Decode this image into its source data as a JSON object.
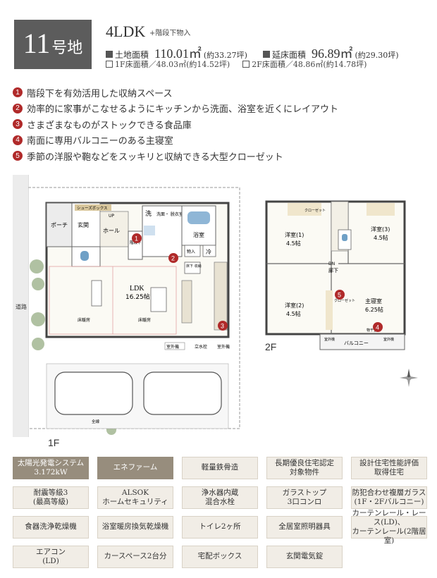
{
  "lot": {
    "number": "11",
    "suffix": "号地"
  },
  "layout": {
    "type": "4LDK",
    "note": "+階段下物入"
  },
  "areas": {
    "land": {
      "label": "土地面積",
      "value": "110.01㎡",
      "tsubo": "(約33.27坪)"
    },
    "floor": {
      "label": "延床面積",
      "value": "96.89㎡",
      "tsubo": "(約29.30坪)"
    },
    "first": {
      "label": "1F床面積",
      "value": "／48.03㎡",
      "tsubo": "(約14.52坪)"
    },
    "second": {
      "label": "2F床面積",
      "value": "／48.86㎡",
      "tsubo": "(約14.78坪)"
    }
  },
  "features": [
    {
      "n": "1",
      "text": "階段下を有効活用した収納スペース"
    },
    {
      "n": "2",
      "text": "効率的に家事がこなせるようにキッチンから洗面、浴室を近くにレイアウト"
    },
    {
      "n": "3",
      "text": "さまざまなものがストックできる食品庫"
    },
    {
      "n": "4",
      "text": "南面に専用バルコニーのある主寝室"
    },
    {
      "n": "5",
      "text": "季節の洋服や鞄などをスッキリと収納できる大型クローゼット"
    }
  ],
  "plan1f": {
    "floor_label": "1F",
    "road": "道路",
    "porch": "ポーチ",
    "entrance": "玄関",
    "shoe_box": "シューズボックス",
    "up": "UP",
    "hall": "ホール",
    "wash": "洗",
    "washroom": "洗面・\n脱衣室",
    "bath": "浴室",
    "under_stairs": "階段下\n物入",
    "pantry": "物入",
    "fridge": "冷",
    "pantry_store": "床下\n収納",
    "ldk": "LDK",
    "ldk_size": "16.25帖",
    "floor_heat1": "床暖房",
    "floor_heat2": "床暖房",
    "outdoor1": "室外機",
    "outdoor2": "室外機",
    "faucet": "立水栓",
    "sign": "全線",
    "markers": [
      "1",
      "2",
      "3"
    ]
  },
  "plan2f": {
    "floor_label": "2F",
    "room1": "洋室(1)",
    "room1_size": "4.5帖",
    "room3": "洋室(3)",
    "room3_size": "4.5帖",
    "room2": "洋室(2)",
    "room2_size": "4.5帖",
    "master": "主寝室",
    "master_size": "6.25帖",
    "hall": "廊下",
    "dn": "DN",
    "closet": "クローゼット",
    "closet2": "クローゼット",
    "balcony": "バルコニー",
    "outdoor_a": "室外機",
    "outdoor_b": "室外機",
    "hanger": "物干金物",
    "markers": [
      "5",
      "4"
    ]
  },
  "equipment": [
    {
      "text": "太陽光発電システム\n3.172kW",
      "style": "dark"
    },
    {
      "text": "エネファーム",
      "style": "dark"
    },
    {
      "text": "軽量鉄骨造",
      "style": "light"
    },
    {
      "text": "長期優良住宅認定\n対象物件",
      "style": "light"
    },
    {
      "text": "設計住宅性能評価\n取得住宅",
      "style": "light"
    },
    {
      "text": "耐震等級3\n(最高等級)",
      "style": "light"
    },
    {
      "text": "ALSOK\nホームセキュリティ",
      "style": "light"
    },
    {
      "text": "浄水器内蔵\n混合水栓",
      "style": "light"
    },
    {
      "text": "ガラストップ\n3口コンロ",
      "style": "light"
    },
    {
      "text": "防犯合わせ複層ガラス\n(1F・2Fバルコニー)",
      "style": "light"
    },
    {
      "text": "食器洗浄乾燥機",
      "style": "light"
    },
    {
      "text": "浴室暖房換気乾燥機",
      "style": "light"
    },
    {
      "text": "トイレ2ヶ所",
      "style": "light"
    },
    {
      "text": "全居室照明器具",
      "style": "light"
    },
    {
      "text": "カーテンレール・レース(LD)、\nカーテンレール(2階居室)",
      "style": "light"
    },
    {
      "text": "エアコン\n(LD)",
      "style": "light"
    },
    {
      "text": "カースペース2台分",
      "style": "light"
    },
    {
      "text": "宅配ボックス",
      "style": "light"
    },
    {
      "text": "玄関電気錠",
      "style": "light"
    }
  ],
  "colors": {
    "accent": "#b02a2a",
    "badge": "#5c5c5c",
    "chip_dark": "#978d7d",
    "chip_light": "#f1ede6"
  },
  "compass_icon": "north-arrow-icon"
}
